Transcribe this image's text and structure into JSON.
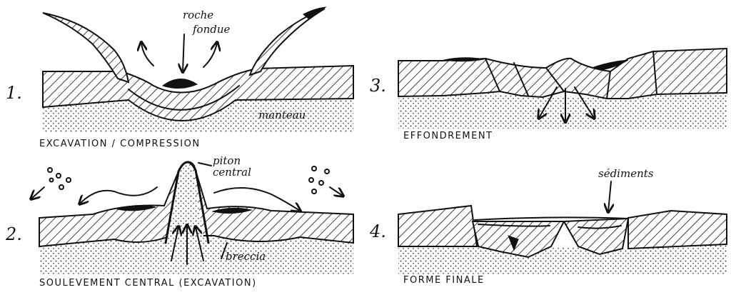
{
  "panels": [
    {
      "number": "1.",
      "caption": "EXCAVATION / COMPRESSION",
      "labels": {
        "molten_rock": "roche\nfondue",
        "mantle": "manteau"
      }
    },
    {
      "number": "2.",
      "caption": "SOULEVEMENT CENTRAL (EXCAVATION)",
      "labels": {
        "central_peak": "piton\ncentral",
        "breccia": "breccia"
      }
    },
    {
      "number": "3.",
      "caption": "EFFONDREMENT"
    },
    {
      "number": "4.",
      "caption": "FORME FINALE",
      "labels": {
        "sediments": "sédiments"
      }
    }
  ],
  "colors": {
    "ink": "#111111",
    "background": "#ffffff"
  }
}
